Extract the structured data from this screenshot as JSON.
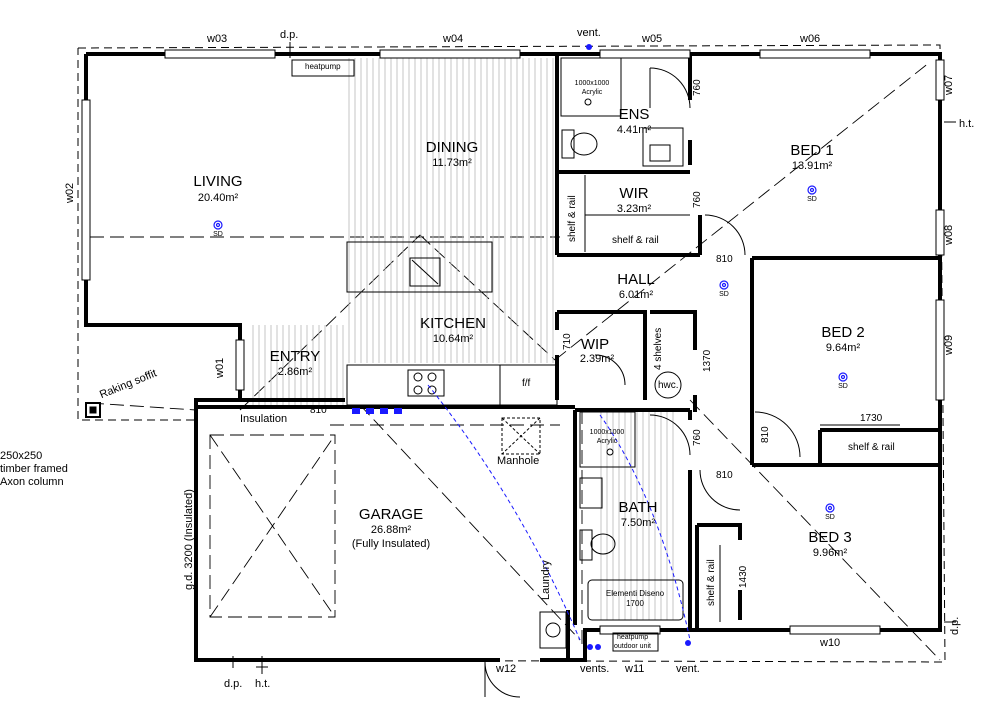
{
  "rooms": {
    "living": {
      "name": "LIVING",
      "area": "20.40m²"
    },
    "dining": {
      "name": "DINING",
      "area": "11.73m²"
    },
    "kitchen": {
      "name": "KITCHEN",
      "area": "10.64m²"
    },
    "entry": {
      "name": "ENTRY",
      "area": "2.86m²"
    },
    "ens": {
      "name": "ENS",
      "area": "4.41m²"
    },
    "wir": {
      "name": "WIR",
      "area": "3.23m²"
    },
    "hall": {
      "name": "HALL",
      "area": "6.01m²"
    },
    "wip": {
      "name": "WIP",
      "area": "2.39m²"
    },
    "bed1": {
      "name": "BED 1",
      "area": "13.91m²"
    },
    "bed2": {
      "name": "BED 2",
      "area": "9.64m²"
    },
    "bed3": {
      "name": "BED 3",
      "area": "9.96m²"
    },
    "bath": {
      "name": "BATH",
      "area": "7.50m²"
    },
    "garage": {
      "name": "GARAGE",
      "area": "26.88m²",
      "note": "(Fully Insulated)"
    }
  },
  "windows": {
    "w02": "w02",
    "w03": "w03",
    "w04": "w04",
    "w05": "w05",
    "w06": "w06",
    "w07": "w07",
    "w08": "w08",
    "w09": "w09",
    "w10": "w10",
    "w11": "w11",
    "w12": "w12",
    "w01": "w01"
  },
  "labels": {
    "dp_top": "d.p.",
    "vent_top": "vent.",
    "ht_right": "h.t.",
    "dp_right": "d.p.",
    "dp_bottom": "d.p.",
    "ht_bottom": "h.t.",
    "vents_bottom": "vents.",
    "vent_bottom": "vent.",
    "heatpump": "heatpump",
    "heatpump_outdoor_1": "heatpump",
    "heatpump_outdoor_2": "outdoor unit",
    "raking_soffit": "Raking soffit",
    "column_1": "250x250",
    "column_2": "timber framed",
    "column_3": "Axon column",
    "insulation": "Insulation",
    "manhole": "Manhole",
    "laundry": "Laundry",
    "garage_door": "g.d. 3200 (Insulated)",
    "ff": "f/f",
    "hwc": "hwc.",
    "shelves": "4 shelves",
    "shelf_rail_wir_side": "shelf & rail",
    "shelf_rail_wir_bottom": "shelf & rail",
    "shelf_rail_bed2": "shelf & rail",
    "shelf_rail_bed3": "shelf & rail",
    "shower_1_size": "1000x1000",
    "shower_1_type": "Acrylic",
    "shower_2_size": "1000x1000",
    "shower_2_type": "Acrylic",
    "bath_name": "Elementi Diseno",
    "bath_size": "1700",
    "sd": "SD"
  },
  "dimensions": {
    "d760_ens": "760",
    "d760_wir": "760",
    "d760_bath": "760",
    "d810_hall": "810",
    "d810_bed2": "810",
    "d810_bath": "810",
    "d810_entry": "810",
    "d710_wip": "710",
    "d1370": "1370",
    "d1730": "1730",
    "d1430": "1430"
  },
  "colors": {
    "line": "#000000",
    "vent": "#1a1aff",
    "hatch": "#b0b0b0"
  }
}
